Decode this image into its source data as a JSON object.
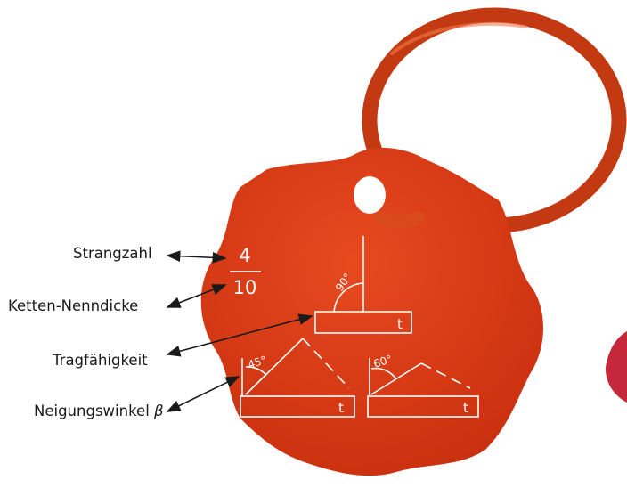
{
  "labels": {
    "strand_count": "Strangzahl",
    "nominal_chain_size": "Ketten-Nenndicke",
    "load_capacity": "Tragfähigkeit",
    "inclination_angle": "Neigungswinkel",
    "angle_symbol": "β"
  },
  "tag": {
    "strand_number": "4",
    "chain_size": "10",
    "angle_vertical": "90°",
    "angle_45": "45°",
    "angle_60": "60°",
    "capacity_unit": "t"
  },
  "colors": {
    "tag_fill": "#d93a18",
    "tag_engraving": "#ffffff",
    "ring": "#e0501e",
    "ring_dark": "#b8330f",
    "label_text": "#1a1a1a"
  }
}
